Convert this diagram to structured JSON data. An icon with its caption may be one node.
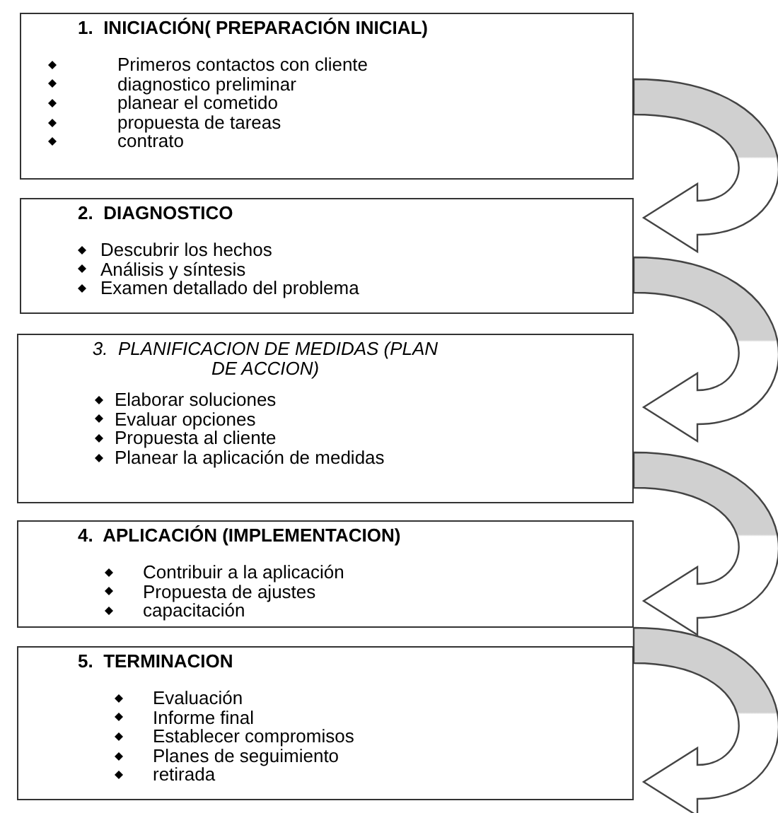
{
  "diagram": {
    "nodes": [
      {
        "text": [
          "1.  INICIACIÓN( PREPARACIÓN INICIAL)",
          "Primeros contactos con cliente",
          "diagnostico preliminar",
          "planear el cometido",
          "propuesta de tareas",
          "contrato"
        ]
      },
      {
        "text": [
          "2.  DIAGNOSTICO",
          "Descubrir los hechos",
          "Análisis y síntesis",
          "Examen detallado del problema"
        ]
      },
      {
        "text": [
          "3.  PLANIFICACION DE MEDIDAS (PLAN DE ACCION)",
          "Elaborar soluciones",
          "Evaluar opciones",
          "Propuesta al cliente",
          "Planear la aplicación de medidas"
        ]
      },
      {
        "text": [
          "4.  APLICACIÓN (IMPLEMENTACION)",
          "Contribuir a la aplicación",
          "Propuesta de ajustes",
          "capacitación"
        ]
      },
      {
        "text": [
          "5.  TERMINACION",
          "Evaluación",
          "Informe final",
          "Establecer compromisos",
          "Planes de seguimiento",
          "retirada"
        ]
      }
    ],
    "edges": [
      {
        "from": 0,
        "to": 1,
        "arrow": "to",
        "style": "thick"
      },
      {
        "from": 1,
        "to": 2,
        "arrow": "to",
        "style": "thick"
      },
      {
        "from": 2,
        "to": 3,
        "arrow": "to",
        "style": "thick"
      },
      {
        "from": 3,
        "to": 4,
        "arrow": "to",
        "style": "thick"
      }
    ]
  }
}
